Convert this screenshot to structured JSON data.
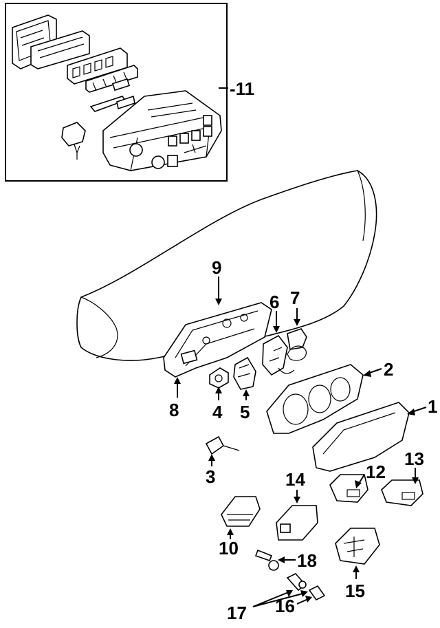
{
  "diagram": {
    "callouts": [
      {
        "id": "1",
        "label": "1"
      },
      {
        "id": "2",
        "label": "2"
      },
      {
        "id": "3",
        "label": "3"
      },
      {
        "id": "4",
        "label": "4"
      },
      {
        "id": "5",
        "label": "5"
      },
      {
        "id": "6",
        "label": "6"
      },
      {
        "id": "7",
        "label": "7"
      },
      {
        "id": "8",
        "label": "8"
      },
      {
        "id": "9",
        "label": "9"
      },
      {
        "id": "10",
        "label": "10"
      },
      {
        "id": "11",
        "label": "-11"
      },
      {
        "id": "12",
        "label": "12"
      },
      {
        "id": "13",
        "label": "13"
      },
      {
        "id": "14",
        "label": "14"
      },
      {
        "id": "15",
        "label": "15"
      },
      {
        "id": "16",
        "label": "16"
      },
      {
        "id": "17",
        "label": "17"
      },
      {
        "id": "18",
        "label": "18"
      }
    ]
  }
}
